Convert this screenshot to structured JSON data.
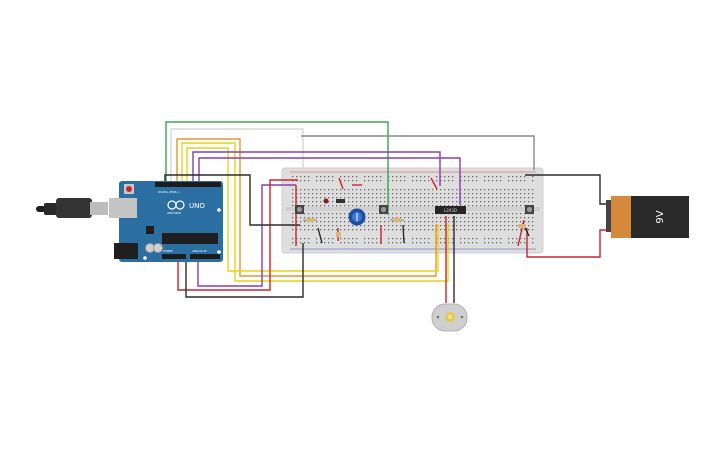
{
  "canvas": {
    "background": "#ffffff"
  },
  "arduino": {
    "board_name": "UNO",
    "brand_text": "ARDUINO",
    "header_label": "DIGITAL (PWM~)",
    "power_label": "POWER",
    "analog_label": "ANALOG IN",
    "board_color": "#2b6ea2"
  },
  "battery": {
    "label": "9V",
    "body_color": "#2a2a2a",
    "cap_color": "#d48a3a"
  },
  "chip": {
    "label": "L293D"
  },
  "breadboard": {
    "color": "#dedede",
    "hole_color": "#6a6a6a"
  },
  "wire_colors": {
    "green": "#3aa84a",
    "white": "#d8d8d8",
    "orange": "#e0992a",
    "yellow": "#e8d21a",
    "purple": "#8a3da8",
    "red": "#c9252c",
    "black": "#2a2a2a",
    "gray": "#8a8a8a"
  },
  "components": [
    "arduino-uno",
    "usb-cable",
    "breadboard",
    "potentiometer",
    "push-button-1",
    "push-button-2",
    "push-button-3",
    "resistor-1",
    "resistor-2",
    "resistor-3",
    "led",
    "motor-driver-chip",
    "dc-motor",
    "9v-battery"
  ]
}
